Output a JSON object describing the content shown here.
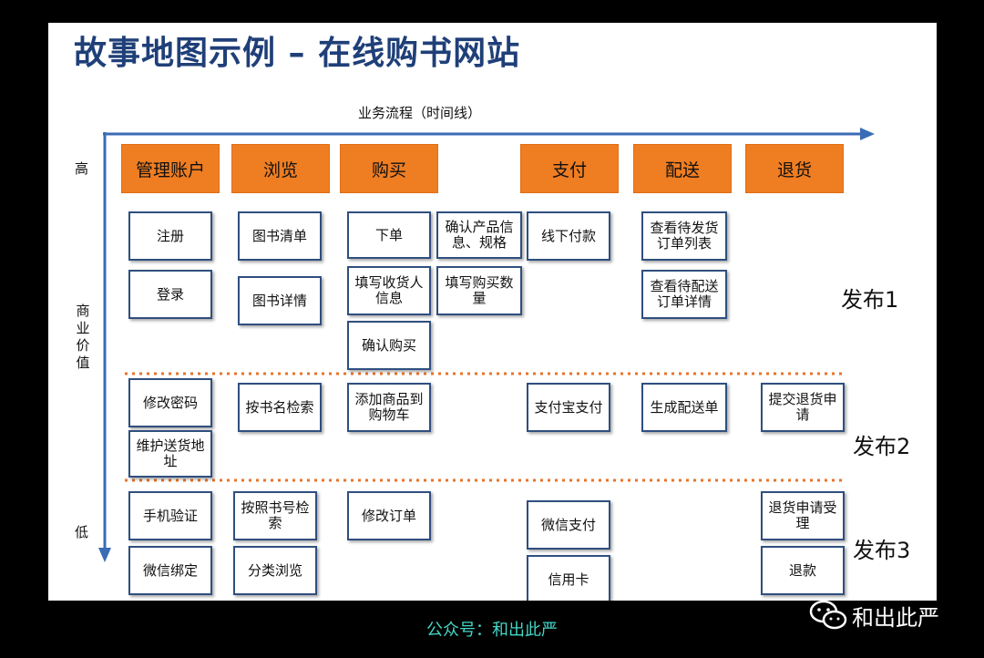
{
  "title": "故事地图示例 – 在线购书网站",
  "flow_label": "业务流程（时间线）",
  "axis": {
    "high": "高",
    "value": "商业价值",
    "low": "低"
  },
  "activities": [
    "管理账户",
    "浏览",
    "购买",
    "支付",
    "配送",
    "退货"
  ],
  "stories": {
    "register": "注册",
    "login": "登录",
    "change_password": "修改密码",
    "maintain_address": "维护送货地址",
    "phone_verify": "手机验证",
    "wechat_bind": "微信绑定",
    "book_list": "图书清单",
    "book_detail": "图书详情",
    "search_by_title": "按书名检索",
    "search_by_isbn": "按照书号检索",
    "category_browse": "分类浏览",
    "place_order": "下单",
    "confirm_product": "确认产品信息、规格",
    "fill_receiver": "填写收货人信息",
    "fill_quantity": "填写购买数量",
    "confirm_purchase": "确认购买",
    "add_to_cart": "添加商品到购物车",
    "modify_order": "修改订单",
    "offline_pay": "线下付款",
    "alipay": "支付宝支付",
    "wechat_pay": "微信支付",
    "credit_card": "信用卡",
    "pending_list": "查看待发货订单列表",
    "pending_detail": "查看待配送订单详情",
    "create_delivery": "生成配送单",
    "submit_return": "提交退货申请",
    "accept_return": "退货申请受理",
    "refund": "退款"
  },
  "releases": [
    "发布1",
    "发布2",
    "发布3"
  ],
  "footer": "公众号：和出此严",
  "wechat_name": "和出此严",
  "colors": {
    "title": "#1f3f78",
    "activity": "#ef7d22",
    "axis": "#3a6bb5",
    "release_line": "#e8742a",
    "footer": "#45d6c5"
  }
}
